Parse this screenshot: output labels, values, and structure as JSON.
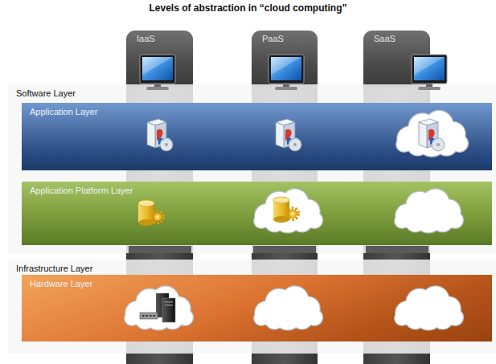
{
  "diagram": {
    "title": "Levels of abstraction in “cloud computing”",
    "nodes": [
      {
        "text": [
          "IaaS"
        ]
      },
      {
        "text": [
          "PaaS"
        ]
      },
      {
        "text": [
          "SaaS"
        ]
      },
      {
        "text": [
          "Software Layer"
        ]
      },
      {
        "text": [
          "Application Layer"
        ],
        "in": 3
      },
      {
        "text": [
          "Application Platform Layer"
        ],
        "in": 3
      },
      {
        "text": [
          "Infrastructure Layer"
        ]
      },
      {
        "text": [
          "Hardware Layer"
        ],
        "in": 6
      }
    ]
  }
}
